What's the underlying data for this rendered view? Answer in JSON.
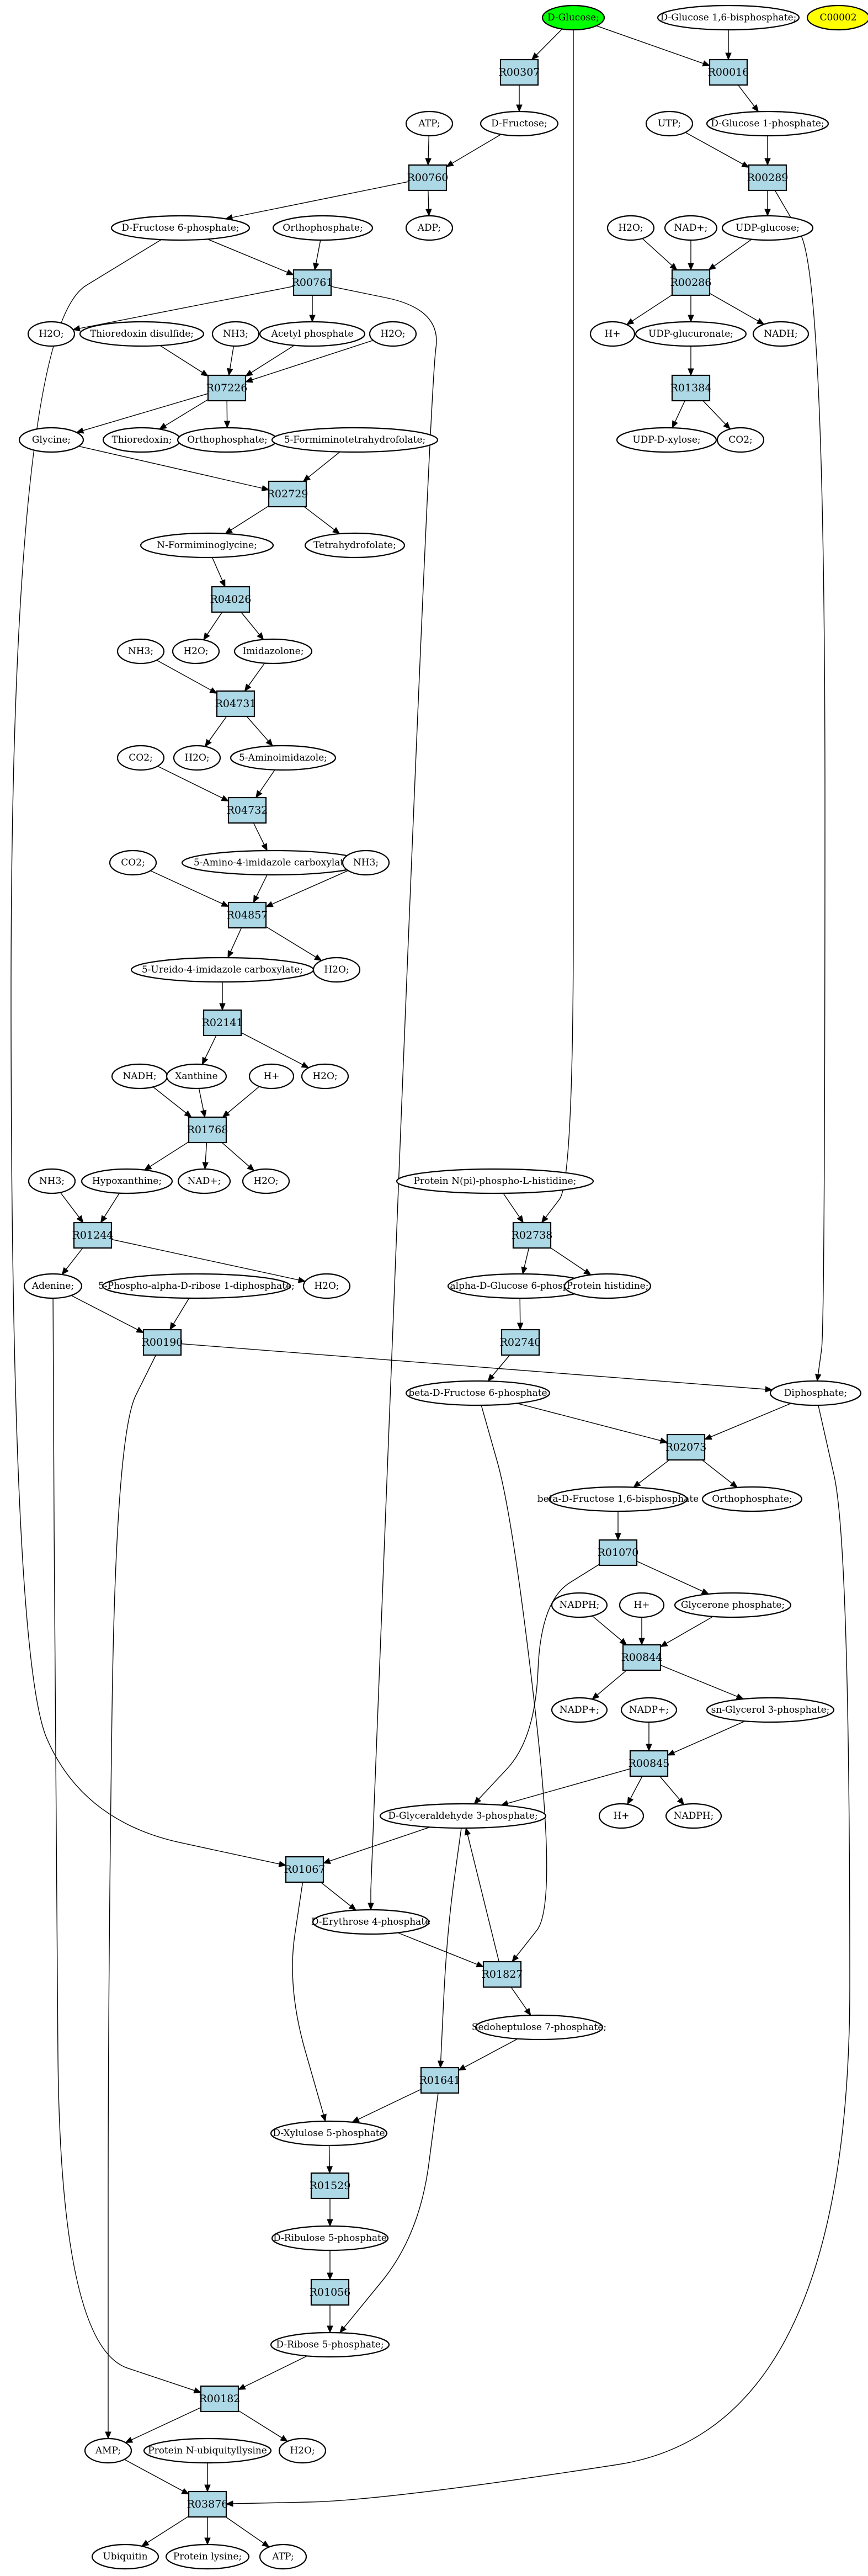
{
  "diagram": {
    "colors": {
      "reaction_fill": "#add8e6",
      "highlight_start": "#00ff00",
      "highlight_other": "#ffff00",
      "compound_fill": "#ffffff",
      "stroke": "#000000"
    },
    "reactions": {
      "R00307": "R00307",
      "R00016": "R00016",
      "R00760": "R00760",
      "R00289": "R00289",
      "R00761": "R00761",
      "R00286": "R00286",
      "R07226": "R07226",
      "R01384": "R01384",
      "R02729": "R02729",
      "R04026": "R04026",
      "R04731": "R04731",
      "R04732": "R04732",
      "R04857": "R04857",
      "R02141": "R02141",
      "R01768": "R01768",
      "R01244": "R01244",
      "R02738": "R02738",
      "R00190": "R00190",
      "R02740": "R02740",
      "R02073": "R02073",
      "R01070": "R01070",
      "R00844": "R00844",
      "R00845": "R00845",
      "R01067": "R01067",
      "R01827": "R01827",
      "R01641": "R01641",
      "R01529": "R01529",
      "R01056": "R01056",
      "R00182": "R00182",
      "R03876": "R03876"
    },
    "compounds": {
      "dglucose": "D-Glucose;",
      "dglucose16bp": "D-Glucose 1,6-bisphosphate;",
      "c00002": "C00002",
      "atp1": "ATP;",
      "dfructose": "D-Fructose;",
      "utp": "UTP;",
      "dglucose1p": "D-Glucose 1-phosphate;",
      "dfructose6p": "D-Fructose 6-phosphate;",
      "orthophosphate1": "Orthophosphate;",
      "adp": "ADP;",
      "h2o_286": "H2O;",
      "nadp_286": "NAD+;",
      "udpglucose": "UDP-glucose;",
      "h2o_761": "H2O;",
      "thioredoxin_disulfide": "Thioredoxin disulfide;",
      "nh3_1": "NH3;",
      "acetylphosphate": "Acetyl phosphate",
      "h2o_7226": "H2O;",
      "hplus_286": "H+",
      "udpglucuronate": "UDP-glucuronate;",
      "nadh_286": "NADH;",
      "glycine": "Glycine;",
      "thioredoxin": "Thioredoxin;",
      "orthophosphate2": "Orthophosphate;",
      "formimino_thf": "5-Formiminotetrahydrofolate;",
      "udpxylose": "UDP-D-xylose;",
      "co2_1384": "CO2;",
      "n_formiminoglycine": "N-Formiminoglycine;",
      "thf": "Tetrahydrofolate;",
      "h2o_4026": "H2O;",
      "imidazolone": "Imidazolone;",
      "nh3_2": "NH3;",
      "h2o_4731": "H2O;",
      "aminoimidazole": "5-Aminoimidazole;",
      "co2_a": "CO2;",
      "aminoimidazole_carb": "5-Amino-4-imidazole carboxylate;",
      "co2_b": "CO2;",
      "nh3_3": "NH3;",
      "ureido_imidazole": "5-Ureido-4-imidazole carboxylate;",
      "h2o_4857": "H2O;",
      "nadh_1768": "NADH;",
      "xanthine": "Xanthine",
      "hplus_1768": "H+",
      "h2o_2141": "H2O;",
      "nh3_4": "NH3;",
      "hypoxanthine": "Hypoxanthine;",
      "nadplus_1768": "NAD+;",
      "h2o_1768": "H2O;",
      "protein_nphospho": "Protein N(pi)-phospho-L-histidine;",
      "adenine": "Adenine;",
      "prpp": "5-Phospho-alpha-D-ribose 1-diphosphate;",
      "h2o_1244": "H2O;",
      "alpha_g6p": "alpha-D-Glucose 6-phosphate",
      "protein_histidine": "Protein histidine;",
      "beta_f6p": "beta-D-Fructose 6-phosphate",
      "diphosphate": "Diphosphate;",
      "beta_f16bp": "beta-D-Fructose 1,6-bisphosphate",
      "orthophosphate3": "Orthophosphate;",
      "nadph_844": "NADPH;",
      "hplus_844": "H+",
      "glycerone_p": "Glycerone phosphate;",
      "nadp_844": "NADP+;",
      "nadp_845": "NADP+;",
      "sn_glycerol3p": "sn-Glycerol 3-phosphate;",
      "hplus_845": "H+",
      "nadph_845": "NADPH;",
      "dga3p": "D-Glyceraldehyde 3-phosphate;",
      "erythrose4p": "D-Erythrose 4-phosphate",
      "sedoheptulose7p": "Sedoheptulose 7-phosphate;",
      "xylulose5p": "D-Xylulose 5-phosphate",
      "ribulose5p": "D-Ribulose 5-phosphate",
      "ribose5p": "D-Ribose 5-phosphate;",
      "amp": "AMP;",
      "protein_n_ubiquityllysine": "Protein N-ubiquityllysine",
      "h2o_182": "H2O;",
      "ubiquitin": "Ubiquitin",
      "protein_lysine": "Protein lysine;",
      "atp2": "ATP;"
    }
  }
}
